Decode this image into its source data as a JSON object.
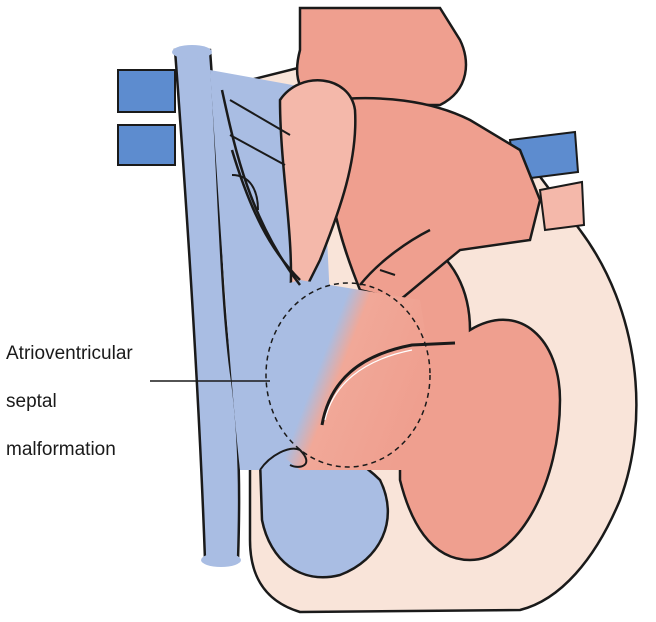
{
  "label": {
    "lines": [
      "Atrioventricular",
      "septal",
      "malformation"
    ]
  },
  "colors": {
    "venous_blue": "#9fb6df",
    "venous_blue_dark": "#5d8ccf",
    "arterial_pink": "#ef9f8f",
    "arterial_light": "#f4b8aa",
    "pericardium": "#f9e4d9",
    "outline": "#1a1a1a"
  }
}
